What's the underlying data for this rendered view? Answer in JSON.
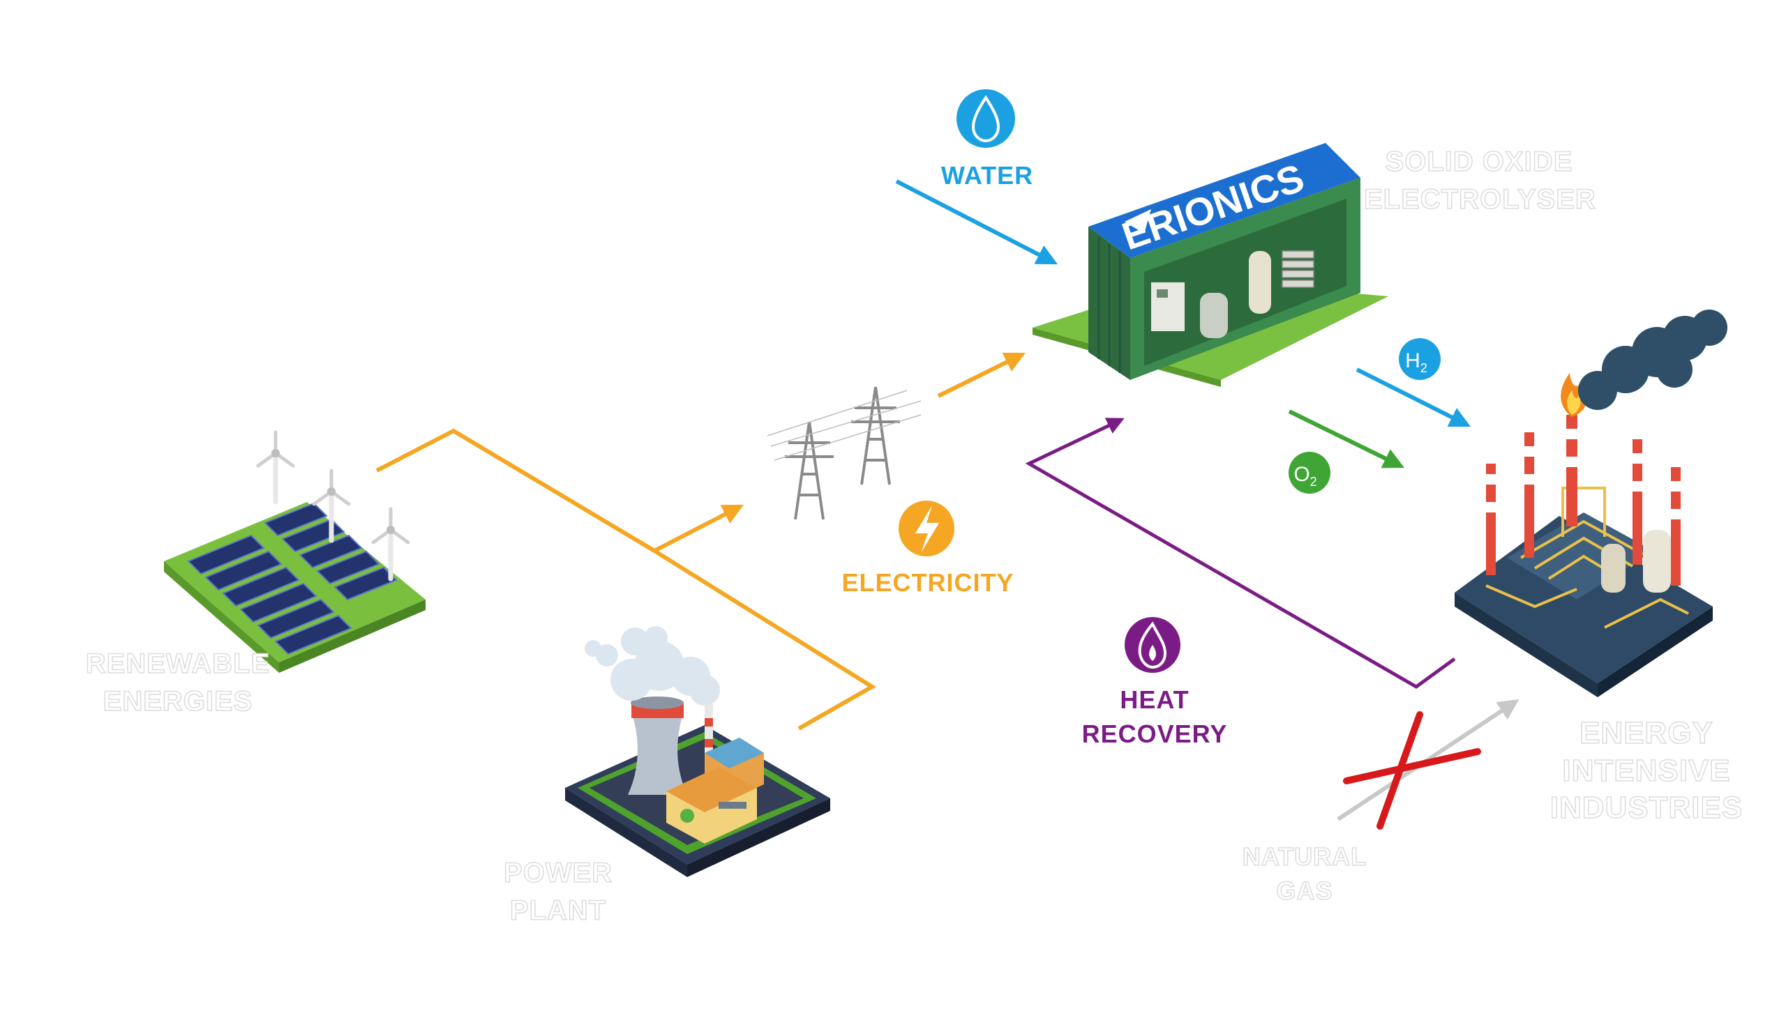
{
  "colors": {
    "electricity": "#f5a623",
    "water": "#1ba1e2",
    "heat": "#7b1c86",
    "oxygen": "#3fa535",
    "gas_cross": "#d7191c",
    "gas_arrow": "#c8c8c8",
    "ghost_text": "#dcdcdc"
  },
  "labels": {
    "water": "WATER",
    "electricity": "ELECTRICITY",
    "heat_recovery": [
      "HEAT",
      "RECOVERY"
    ],
    "renewable_energies": [
      "RENEWABLE",
      "ENERGIES"
    ],
    "power_plant": [
      "POWER",
      "PLANT"
    ],
    "solid_oxide_electrolyser": [
      "SOLID OXIDE",
      "ELECTROLYSER"
    ],
    "energy_intensive_industries": [
      "ENERGY",
      "INTENSIVE",
      "INDUSTRIES"
    ],
    "natural_gas": [
      "NATURAL",
      "GAS"
    ],
    "container_brand": "ERIONICS",
    "h2": "H",
    "h2_sub": "2",
    "o2": "O",
    "o2_sub": "2"
  },
  "icons": {
    "water": "water-drop-icon",
    "electricity": "lightning-bolt-icon",
    "heat": "flame-icon",
    "hydrogen": "h2-badge-icon",
    "oxygen": "o2-badge-icon"
  }
}
